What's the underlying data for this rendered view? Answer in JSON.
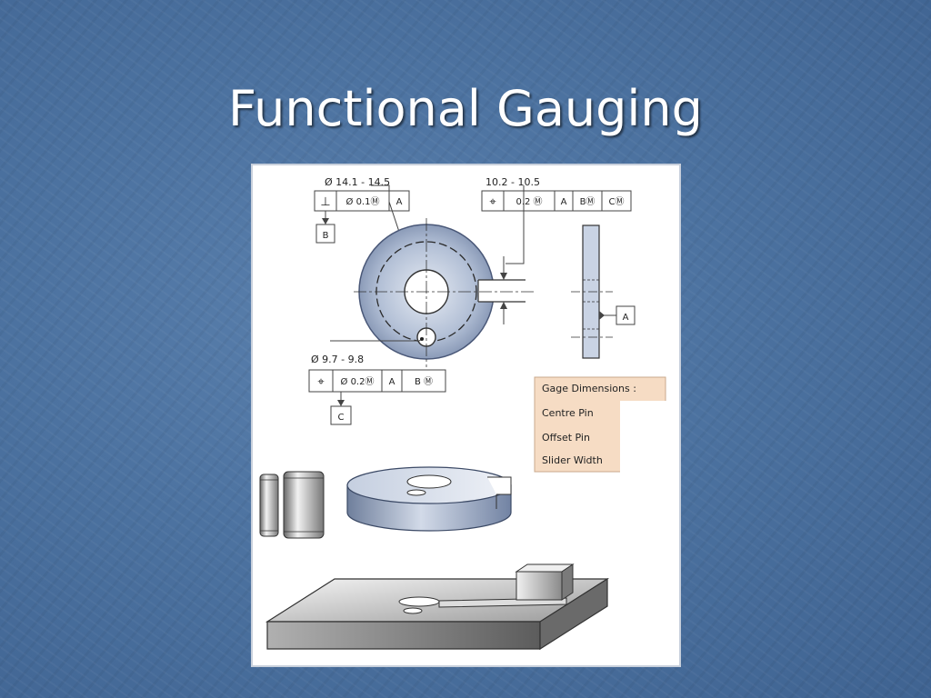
{
  "slide": {
    "title": "Functional Gauging"
  },
  "drawing": {
    "main_hole_size": "Ø 14.1 - 14.5",
    "perp_fcf": {
      "symbol": "⊥",
      "tolerance": "Ø 0.1Ⓜ",
      "datum": "A"
    },
    "datum_b": "B",
    "slot_size": "10.2 - 10.5",
    "slot_fcf": {
      "symbol": "⌖",
      "tolerance": "0.2 Ⓜ",
      "datum1": "A",
      "datum2": "BⓂ",
      "datum3": "CⓂ"
    },
    "datum_a": "A",
    "small_hole_size": "Ø 9.7 - 9.8",
    "small_fcf": {
      "symbol": "⌖",
      "tolerance": "Ø 0.2Ⓜ",
      "datum1": "A",
      "datum2": "B Ⓜ"
    },
    "datum_c": "C",
    "gage_dimensions": {
      "title": "Gage Dimensions :",
      "rows": [
        "Centre Pin",
        "Offset Pin",
        "Slider Width"
      ]
    }
  }
}
